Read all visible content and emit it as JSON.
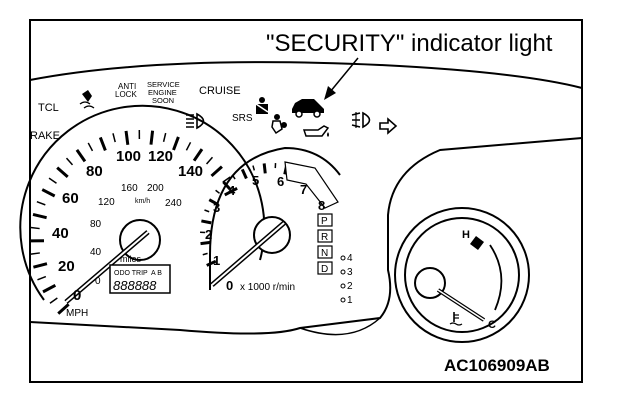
{
  "callout": "\"SECURITY\" indicator light",
  "figure_id": "AC106909AB",
  "warning_labels": {
    "tcl": "TCL",
    "anti_lock": [
      "ANTI",
      "LOCK"
    ],
    "service_engine_soon": [
      "SERVICE",
      "ENGINE",
      "SOON"
    ],
    "cruise": "CRUISE",
    "srs": "SRS",
    "brake": "RAKE"
  },
  "icons": [
    "traction-control-icon",
    "headlight-high-beam-icon",
    "security-car-icon",
    "seatbelt-icon",
    "oil-pressure-icon",
    "fog-light-icon",
    "turn-signal-arrow-icon",
    "airbag-icon"
  ],
  "speedometer": {
    "mph_ticks": [
      "0",
      "20",
      "40",
      "60",
      "80",
      "100",
      "120",
      "140"
    ],
    "kmh_ticks": [
      "0",
      "40",
      "80",
      "120",
      "160",
      "200",
      "240"
    ],
    "kmh_unit": "km/h",
    "mph_unit": "MPH",
    "miles_label": "miles",
    "odometer_label": "ODO TRIP",
    "odometer_trip": "A B",
    "odometer_value": "888888"
  },
  "tachometer": {
    "ticks": [
      "1",
      "2",
      "3",
      "4",
      "5",
      "6",
      "7",
      "8"
    ],
    "zero": "0",
    "unit": "x 1000 r/min"
  },
  "gear_indicator": [
    "P",
    "R",
    "N",
    "D"
  ],
  "gear_sub": [
    "4",
    "3",
    "2",
    "1"
  ],
  "temp_gauge": {
    "hot": "H",
    "cold": "C"
  }
}
